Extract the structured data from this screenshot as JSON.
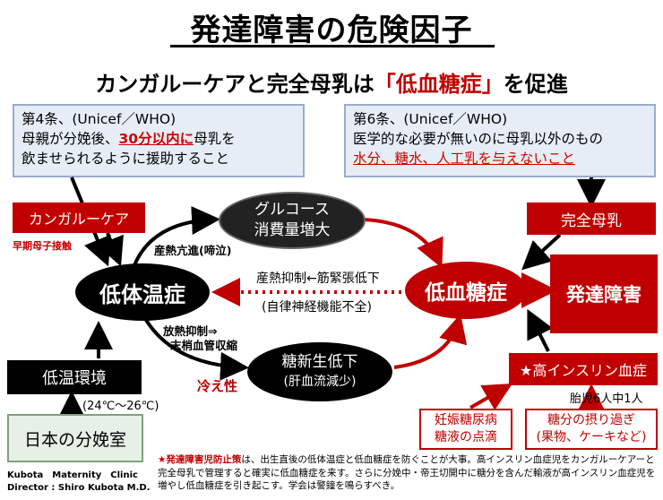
{
  "title": "発達障害の危険因子",
  "subtitle": {
    "prefix": "カンガルーケアと完全母乳は",
    "highlight": "「低血糖症」",
    "suffix": "を促進"
  },
  "left_note": {
    "heading": "第4条、(Unicef／WHO)",
    "line1_pre": "母親が分娩後、",
    "line1_red": "30分以内に",
    "line1_post": "母乳を",
    "line2": "飲ませられるように援助すること"
  },
  "right_note": {
    "heading": "第6条、(Unicef／WHO)",
    "line1": "医学的な必要が無いのに母乳以外のもの",
    "line2_red": "水分、糖水、人工乳を与えないこと"
  },
  "nodes": {
    "kangaroo_care": "カンガルーケア",
    "early_contact": "早期母子接触",
    "low_temp": "低体温症",
    "glucose_consumption_1": "グルコース",
    "glucose_consumption_2": "消費量増大",
    "gluconeogenesis_1": "糖新生低下",
    "gluconeogenesis_2": "(肝血流減少)",
    "hypoglycemia": "低血糖症",
    "breastfeeding": "完全母乳",
    "developmental_disorder": "発達障害",
    "low_env_temp": "低温環境",
    "delivery_room": "日本の分娩室",
    "room_temp": "(24℃～26℃)",
    "hyperinsulinemia": "★高インスリン血症",
    "incidence": "胎児6人中1人",
    "gestational_diabetes_1": "妊娠糖尿病",
    "gestational_diabetes_2": "糖液の点滴",
    "sugar_intake_1": "糖分の摂り過ぎ",
    "sugar_intake_2": "(果物、ケーキなど)"
  },
  "labels": {
    "heat_production": "産熱亢進(啼泣)",
    "heat_inhibition": "産熱抑制←筋緊張低下",
    "autonomic": "(自律神経機能不全)",
    "heat_loss_1": "放熱抑制⇒",
    "heat_loss_2": "末梢血管収縮",
    "cold_sensitivity": "冷え性"
  },
  "footer": {
    "clinic": "Kubota　Maternity　Clinic",
    "director": "Director : Shiro Kubota M.D.",
    "note_star_bold": "★発達障害児防止策",
    "note_text": "は、出生直後の低体温症と低血糖症を防ぐことが大事。高インスリン血症児をカンガルーケアーと完全母乳で管理すると確実に低血糖症を来す。さらに分娩中・帝王切開中に糖分を含んだ輸液が高インスリン血症児を増やし低血糖症を引き起こす。学会は警鐘を鳴らすべき。"
  },
  "colors": {
    "red": "#c00000",
    "black": "#000000",
    "note_bg": "#e6edf7"
  }
}
